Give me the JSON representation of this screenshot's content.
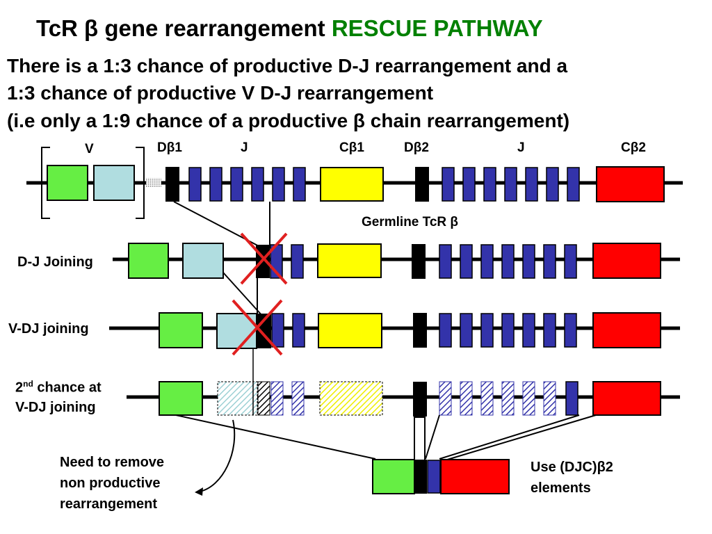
{
  "title": {
    "prefix": "TcR β gene rearrangement",
    "highlight": "RESCUE PATHWAY",
    "highlight_color": "#008000"
  },
  "intro": {
    "line1": "There is a 1:3 chance of productive D-J rearrangement and a",
    "line2": "1:3 chance of productive V D-J rearrangement",
    "line3": "(i.e only a 1:9 chance of a productive β chain rearrangement)"
  },
  "segments": {
    "v": "V",
    "d1": "Dβ1",
    "j1": "J",
    "c1": "Cβ1",
    "d2": "Dβ2",
    "j2": "J",
    "c2": "Cβ2"
  },
  "germline_label": "Germline TcR β",
  "rows": {
    "dj": "D-J Joining",
    "vdj": "V-DJ joining",
    "second_line1_base": "2",
    "second_line1_sup": "nd",
    "second_line1_rest": " chance at",
    "second_line2": "V-DJ joining"
  },
  "notes": {
    "remove_line1": "Need to remove",
    "remove_line2": "non productive",
    "remove_line3": "rearrangement",
    "use_line1": "Use (DJC)β2",
    "use_line2": "elements"
  },
  "colors": {
    "v_green": "#66ee44",
    "v_lightblue": "#b0dde0",
    "d_black": "#000000",
    "j_blue": "#3333aa",
    "c1_yellow": "#ffff00",
    "c2_red": "#ff0000",
    "cross_red": "#e02020"
  },
  "icons": [
    "red-x-cross-icon",
    "curved-arrow-icon",
    "bracket-icon"
  ]
}
